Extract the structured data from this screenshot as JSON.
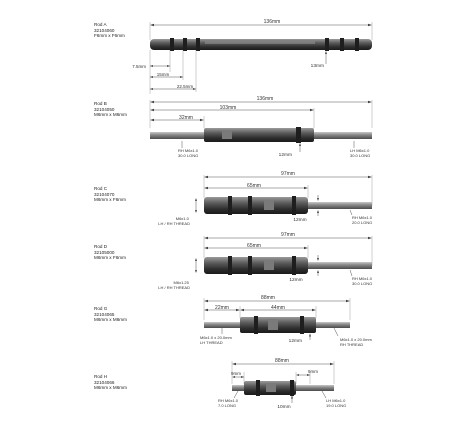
{
  "rods": [
    {
      "id": "rod-a",
      "name": "Rod A",
      "part": "32104060",
      "size": "F6mm x F6mm",
      "overall": "136mm",
      "dims": [
        "7.5mm",
        "15mm",
        "22.5mm"
      ],
      "notes": [
        "13mm"
      ]
    },
    {
      "id": "rod-b",
      "name": "Rod B",
      "part": "32104050",
      "size": "M6mm x M6mm",
      "overall": "136mm",
      "dims": [
        "103mm",
        "32mm"
      ],
      "notes": [
        "RH M6x1.0 30.0 LONG",
        "12mm",
        "LH M6x1.0 30.0 LONG"
      ]
    },
    {
      "id": "rod-c",
      "name": "Rod C",
      "part": "32104070",
      "size": "M6mm x F6mm",
      "overall": "97mm",
      "dims": [
        "65mm"
      ],
      "notes": [
        "M6x1.0 LH / RH THREAD",
        "12mm",
        "RH M6x1.0 20.0 LONG"
      ]
    },
    {
      "id": "rod-d",
      "name": "Rod D",
      "part": "32105000",
      "size": "M6mm x F6mm",
      "overall": "97mm",
      "dims": [
        "65mm"
      ],
      "notes": [
        "M6x1.25 LH / RH THREAD",
        "12mm",
        "RH M6x1.0 30.0 LONG"
      ]
    },
    {
      "id": "rod-g",
      "name": "Rod G",
      "part": "32104065",
      "size": "M6mm x M6mm",
      "overall": "88mm",
      "dims": [
        "22mm",
        "44mm"
      ],
      "notes": [
        "M6x1.0 x 20.0mm LH THREAD",
        "12mm",
        "M6x1.0 x 20.0mm RH THREAD"
      ]
    },
    {
      "id": "rod-h",
      "name": "Rod H",
      "part": "32104066",
      "size": "M6mm x M6mm",
      "overall": "88mm",
      "dims": [
        "9mm",
        "9mm"
      ],
      "notes": [
        "RH M6x1.0 7.0 LONG",
        "10mm",
        "LH M6x1.0 19.0 LONG"
      ]
    }
  ]
}
